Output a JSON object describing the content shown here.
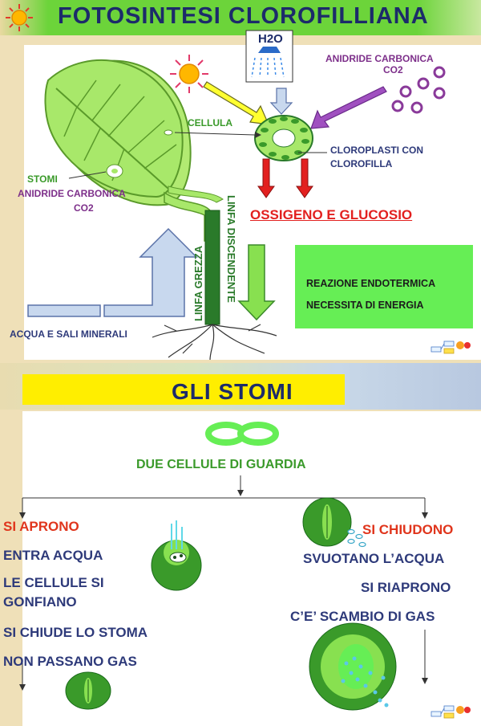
{
  "slide1": {
    "title": "FOTOSINTESI CLOROFILLIANA",
    "h2o": "H2O",
    "co2_right_line1": "ANIDRIDE CARBONICA",
    "co2_right_line2": "CO2",
    "cellula": "CELLULA",
    "cloroplasti_line1": "CLOROPLASTI CON",
    "cloroplasti_line2": "CLOROFILLA",
    "stomi": "STOMI",
    "co2_left_line1": "ANIDRIDE CARBONICA",
    "co2_left_line2": "CO2",
    "ossigeno": "OSSIGENO E GLUCOSIO",
    "linfa_grezza": "LINFA GREZZA",
    "linfa_discendente": "LINFA DISCENDENTE",
    "reazione_line1": "REAZIONE ENDOTERMICA",
    "reazione_line2": "NECESSITA DI ENERGIA",
    "acqua_sali": "ACQUA E SALI MINERALI"
  },
  "slide2": {
    "title": "GLI STOMI",
    "due_cellule": "DUE CELLULE DI GUARDIA",
    "si_aprono": "SI APRONO",
    "entra_acqua": "ENTRA ACQUA",
    "le_cellule_line1": "LE CELLULE SI",
    "le_cellule_line2": "GONFIANO",
    "si_chiude": "SI CHIUDE LO STOMA",
    "non_passano": "NON PASSANO GAS",
    "si_chiudono": "SI CHIUDONO",
    "svuotano": "SVUOTANO L’ACQUA",
    "si_riaprono": "SI RIAPRONO",
    "scambio": "C’E’ SCAMBIO DI GAS"
  },
  "colors": {
    "title_bar": "#6cd43a",
    "yellow_bar": "#ffee00",
    "reaction_box": "#66ee55",
    "leaf": "#a8e86a",
    "dark_green": "#2a7a2a",
    "cell_green": "#88e050"
  }
}
